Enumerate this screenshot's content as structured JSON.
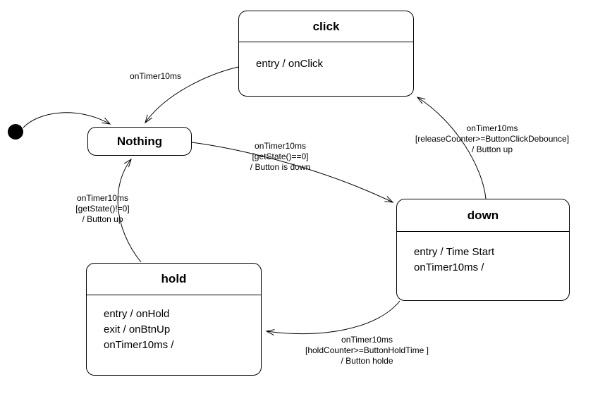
{
  "colors": {
    "background": "#ffffff",
    "stroke": "#000000",
    "state_fill": "#ffffff",
    "text": "#000000"
  },
  "states": {
    "nothing": {
      "name": "Nothing"
    },
    "click": {
      "name": "click",
      "actions": [
        "entry / onClick"
      ]
    },
    "down": {
      "name": "down",
      "actions": [
        "entry / Time Start",
        "onTimer10ms /"
      ]
    },
    "hold": {
      "name": "hold",
      "actions": [
        "entry / onHold",
        "exit / onBtnUp",
        "onTimer10ms /"
      ]
    }
  },
  "transitions": {
    "click_to_nothing": {
      "lines": [
        "onTimer10ms"
      ]
    },
    "nothing_to_down": {
      "lines": [
        "onTimer10ms",
        "[getState()==0]",
        "/ Button is down"
      ]
    },
    "down_to_click": {
      "lines": [
        "onTimer10ms",
        "[releaseCounter>=ButtonClickDebounce]",
        "/ Button up"
      ]
    },
    "down_to_hold": {
      "lines": [
        "onTimer10ms",
        "[holdCounter>=ButtonHoldTime ]",
        "/ Button holde"
      ]
    },
    "hold_to_nothing": {
      "lines": [
        "onTimer10ms",
        "[getState()!=0]",
        "/ Button up"
      ]
    }
  }
}
